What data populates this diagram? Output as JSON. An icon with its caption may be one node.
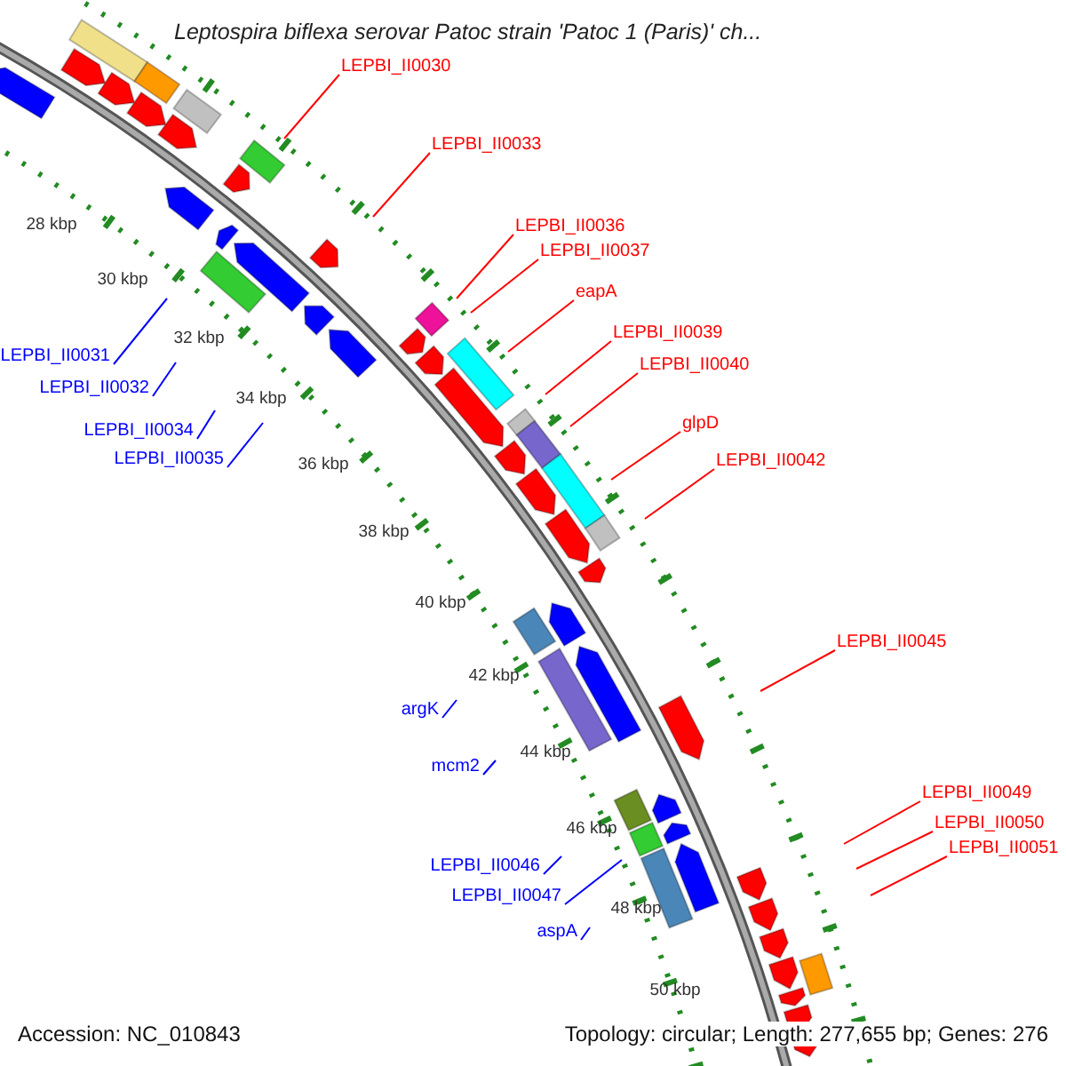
{
  "diagram": {
    "title": "Leptospira biflexa serovar Patoc strain 'Patoc 1 (Paris)' ch...",
    "nodes": [
      {
        "text": [
          "LEPBI_II0030"
        ]
      },
      {
        "text": [
          "LEPBI_II0033"
        ]
      },
      {
        "text": [
          "LEPBI_II0036"
        ]
      },
      {
        "text": [
          "LEPBI_II0037"
        ]
      },
      {
        "text": [
          "eapA"
        ]
      },
      {
        "text": [
          "LEPBI_II0039"
        ]
      },
      {
        "text": [
          "LEPBI_II0031"
        ]
      },
      {
        "text": [
          "LEPBI_II0040"
        ]
      },
      {
        "text": [
          "LEPBI_II0032"
        ]
      },
      {
        "text": [
          "glpD"
        ]
      },
      {
        "text": [
          "LEPBI_II0034"
        ]
      },
      {
        "text": [
          "LEPBI_II0035"
        ]
      },
      {
        "text": [
          "LEPBI_II0042"
        ]
      },
      {
        "text": [
          "LEPBI_II0045"
        ]
      },
      {
        "text": [
          "argK"
        ]
      },
      {
        "text": [
          "mcm2"
        ]
      },
      {
        "text": [
          "LEPBI_II0049"
        ]
      },
      {
        "text": [
          "LEPBI_II0050"
        ]
      },
      {
        "text": [
          "LEPBI_II0051"
        ]
      },
      {
        "text": [
          "LEPBI_II0046"
        ]
      },
      {
        "text": [
          "LEPBI_II0047"
        ]
      },
      {
        "text": [
          "aspA"
        ]
      }
    ],
    "edges": [
      {
        "from": 0,
        "to": null,
        "arrow": "none"
      },
      {
        "from": 1,
        "to": null,
        "arrow": "none"
      },
      {
        "from": 2,
        "to": null,
        "arrow": "none"
      },
      {
        "from": 3,
        "to": null,
        "arrow": "none"
      },
      {
        "from": 4,
        "to": null,
        "arrow": "none"
      },
      {
        "from": 5,
        "to": null,
        "arrow": "none"
      },
      {
        "from": 6,
        "to": null,
        "arrow": "none",
        "color": "#0000ff"
      },
      {
        "from": 7,
        "to": null,
        "arrow": "none"
      },
      {
        "from": 8,
        "to": null,
        "arrow": "none",
        "color": "#0000ff"
      },
      {
        "from": 9,
        "to": null,
        "arrow": "none"
      },
      {
        "from": 10,
        "to": null,
        "arrow": "none",
        "color": "#0000ff"
      },
      {
        "from": 11,
        "to": null,
        "arrow": "none",
        "color": "#0000ff"
      },
      {
        "from": 12,
        "to": null,
        "arrow": "none"
      },
      {
        "from": 13,
        "to": null,
        "arrow": "none"
      },
      {
        "from": 14,
        "to": null,
        "arrow": "none",
        "color": "#0000ff"
      },
      {
        "from": 15,
        "to": null,
        "arrow": "none",
        "color": "#0000ff"
      },
      {
        "from": 16,
        "to": null,
        "arrow": "none"
      },
      {
        "from": 17,
        "to": null,
        "arrow": "none"
      },
      {
        "from": 18,
        "to": null,
        "arrow": "none"
      },
      {
        "from": 19,
        "to": null,
        "arrow": "none",
        "color": "#0000ff"
      },
      {
        "from": 20,
        "to": null,
        "arrow": "none",
        "color": "#0000ff"
      },
      {
        "from": 21,
        "to": null,
        "arrow": "none",
        "color": "#0000ff"
      }
    ],
    "labels": [
      "28 kbp",
      "30 kbp",
      "32 kbp",
      "34 kbp",
      "36 kbp",
      "38 kbp",
      "40 kbp",
      "42 kbp",
      "44 kbp",
      "46 kbp",
      "48 kbp",
      "50 kbp",
      "Accession: NC_010843",
      "Topology: circular; Length: 277,655 bp; Genes: 276"
    ]
  }
}
